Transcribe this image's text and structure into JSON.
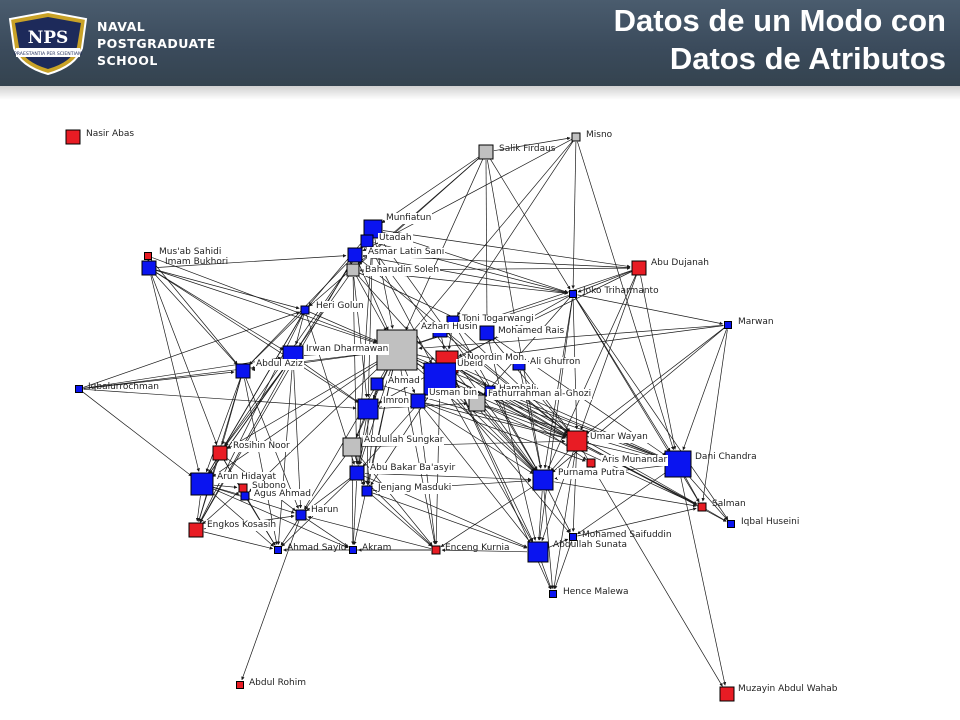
{
  "header": {
    "logo_lines": [
      "NAVAL",
      "POSTGRADUATE",
      "SCHOOL"
    ],
    "crest_text": "NPS",
    "motto": "PRAESTANTIA PER SCIENTIAM",
    "title_lines": [
      "Datos de un Modo con",
      "Datos de Atributos"
    ]
  },
  "network": {
    "colors": {
      "red": "#e81c24",
      "blue": "#0a14f0",
      "gray": "#c0c0c0",
      "edge": "#1a1a1a"
    },
    "nodes": [
      {
        "id": "nasir",
        "label": "Nasir Abas",
        "color": "red"
      },
      {
        "id": "misno",
        "label": "Misno",
        "color": "gray"
      },
      {
        "id": "salik",
        "label": "Salik Firdaus",
        "color": "gray"
      },
      {
        "id": "munfiatun",
        "label": "Munfiatun",
        "color": "blue"
      },
      {
        "id": "tadah",
        "label": "Utadah",
        "color": "blue"
      },
      {
        "id": "asmar",
        "label": "Asmar Latin Sani",
        "color": "blue"
      },
      {
        "id": "baharudin",
        "label": "Baharudin Soleh",
        "color": "gray"
      },
      {
        "id": "mustafa",
        "label": "Mus'ab Sahidi",
        "color": "red"
      },
      {
        "id": "imam",
        "label": "Imam Bukhori",
        "color": "blue"
      },
      {
        "id": "abudujanah",
        "label": "Abu Dujanah",
        "color": "red"
      },
      {
        "id": "joko",
        "label": "Joko Triharmanto",
        "color": "blue"
      },
      {
        "id": "marwan",
        "label": "Marwan",
        "color": "blue"
      },
      {
        "id": "heri",
        "label": "Heri Golun",
        "color": "blue"
      },
      {
        "id": "toni",
        "label": "Toni Togarwangi",
        "color": "blue"
      },
      {
        "id": "azhari",
        "label": "Azhari Husin",
        "color": "blue"
      },
      {
        "id": "mohamed",
        "label": "Mohamed Rais",
        "color": "blue"
      },
      {
        "id": "irwan",
        "label": "Irwan Dharmawan",
        "color": "blue"
      },
      {
        "id": "big",
        "label": "",
        "color": "gray"
      },
      {
        "id": "noordin",
        "label": "Noordin Moh.",
        "color": "red"
      },
      {
        "id": "alighufron",
        "label": "Ali Ghufron",
        "color": "blue"
      },
      {
        "id": "abdulazis",
        "label": "Abdul Aziz",
        "color": "blue"
      },
      {
        "id": "iqbal",
        "label": "Iqbalurrochman",
        "color": "blue"
      },
      {
        "id": "ahmad",
        "label": "Ahmad",
        "color": "blue"
      },
      {
        "id": "ubeid",
        "label": "Ubeid",
        "color": "blue"
      },
      {
        "id": "hambali",
        "label": "Hambali",
        "color": "blue"
      },
      {
        "id": "imron",
        "label": "Imron",
        "color": "blue"
      },
      {
        "id": "usman",
        "label": "Usman bin",
        "color": "blue"
      },
      {
        "id": "fathur",
        "label": "Fathurrahman al-Ghozi",
        "color": "gray"
      },
      {
        "id": "umar",
        "label": "Umar Wayan",
        "color": "red"
      },
      {
        "id": "dani",
        "label": "Dani Chandra",
        "color": "blue"
      },
      {
        "id": "arismunandar",
        "label": "Aris Munandar",
        "color": "red"
      },
      {
        "id": "rosihin",
        "label": "Rosihin Noor",
        "color": "red"
      },
      {
        "id": "abdullahs",
        "label": "Abdullah Sungkar",
        "color": "gray"
      },
      {
        "id": "abubakar",
        "label": "Abu Bakar Ba'asyir",
        "color": "blue"
      },
      {
        "id": "purnama",
        "label": "Purnama Putra",
        "color": "blue"
      },
      {
        "id": "arun",
        "label": "Arun Hidayat",
        "color": "blue"
      },
      {
        "id": "subono",
        "label": "Subono",
        "color": "red"
      },
      {
        "id": "agus",
        "label": "Agus Ahmad",
        "color": "blue"
      },
      {
        "id": "jenjang",
        "label": "Jenjang Masduki",
        "color": "blue"
      },
      {
        "id": "salman",
        "label": "Salman",
        "color": "red"
      },
      {
        "id": "iqbalh",
        "label": "Iqbal Huseini",
        "color": "blue"
      },
      {
        "id": "engkos",
        "label": "Engkos Kosasih",
        "color": "red"
      },
      {
        "id": "harun",
        "label": "Harun",
        "color": "blue"
      },
      {
        "id": "ahmadsayid",
        "label": "Ahmad Sayid",
        "color": "blue"
      },
      {
        "id": "akram",
        "label": "Akram",
        "color": "blue"
      },
      {
        "id": "enceng",
        "label": "Enceng Kurnia",
        "color": "red"
      },
      {
        "id": "abdullahsunata",
        "label": "Abdullah Sunata",
        "color": "blue"
      },
      {
        "id": "saifuddin",
        "label": "Mohamed Saifuddin",
        "color": "blue"
      },
      {
        "id": "hence",
        "label": "Hence Malewa",
        "color": "blue"
      },
      {
        "id": "abdulrohim",
        "label": "Abdul Rohim",
        "color": "red"
      },
      {
        "id": "muzayin",
        "label": "Muzayin Abdul Wahab",
        "color": "red"
      }
    ]
  }
}
